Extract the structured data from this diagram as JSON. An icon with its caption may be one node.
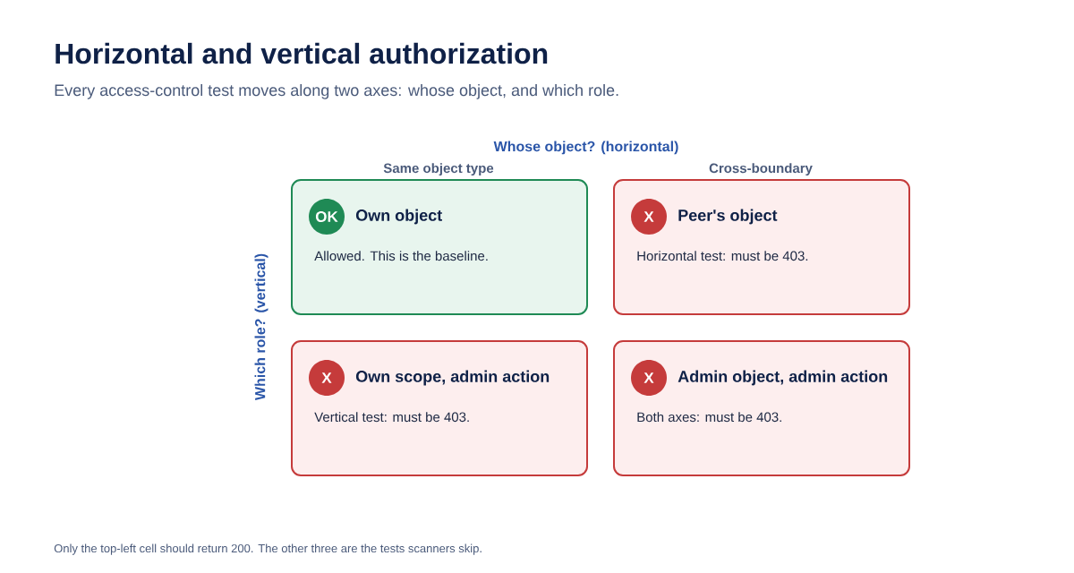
{
  "diagram": {
    "title": "Horizontal and vertical authorization",
    "nodes": [
      {
        "text": [
          "Own object",
          "Allowed. This is the baseline."
        ]
      },
      {
        "text": [
          "OK"
        ],
        "in": 0
      },
      {
        "text": [
          "Peer's object",
          "Horizontal test: must be 403."
        ]
      },
      {
        "text": [
          "X"
        ],
        "in": 2
      },
      {
        "text": [
          "Own scope, admin action",
          "Vertical test: must be 403."
        ]
      },
      {
        "text": [
          "X"
        ],
        "in": 4
      },
      {
        "text": [
          "Admin object, admin action",
          "Both axes: must be 403."
        ]
      },
      {
        "text": [
          "X"
        ],
        "in": 6
      }
    ],
    "labels": [
      "Every access-control test moves along two axes: whose object, and which role.",
      "Whose object? (horizontal)",
      "Same object type",
      "Cross-boundary",
      "Which role? (vertical)"
    ],
    "caption": "Only the top-left cell should return 200. The other three are the tests scanners skip."
  }
}
